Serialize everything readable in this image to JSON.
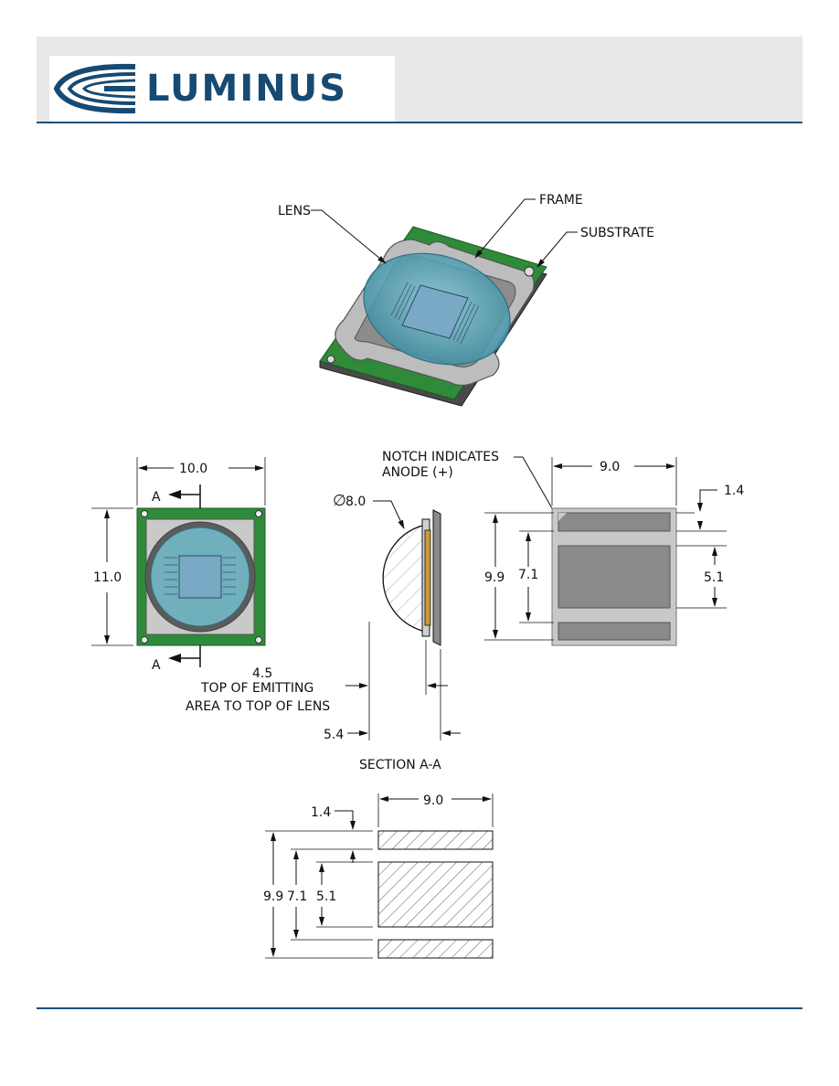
{
  "brand": {
    "name": "LUMINUS",
    "color": "#164a73"
  },
  "labels3d": {
    "lens": "LENS",
    "frame": "FRAME",
    "substrate": "SUBSTRATE"
  },
  "front": {
    "width": "10.0",
    "height": "11.0",
    "section_top": "A",
    "section_bottom": "A"
  },
  "section": {
    "notch_line1": "NOTCH INDICATES",
    "notch_line2": "ANODE (+)",
    "diameter_symbol": "∅",
    "diameter": "8.0",
    "top_dim": "4.5",
    "top_dim_line1": "TOP OF EMITTING",
    "top_dim_line2": "AREA TO TOP OF LENS",
    "overall": "5.4",
    "title": "SECTION A-A"
  },
  "pads": {
    "width": "9.0",
    "pad_gap": "1.4",
    "overall": "9.9",
    "span": "7.1",
    "center_pad": "5.1"
  },
  "footprint": {
    "width": "9.0",
    "pad_gap": "1.4",
    "overall": "9.9",
    "span": "7.1",
    "center_pad": "5.1"
  },
  "colors": {
    "pcb_green": "#2f8a3a",
    "frame_grey": "#b9b9b9",
    "lens_blue": "#5aa6b8",
    "pad_grey": "#8a8a8a"
  }
}
